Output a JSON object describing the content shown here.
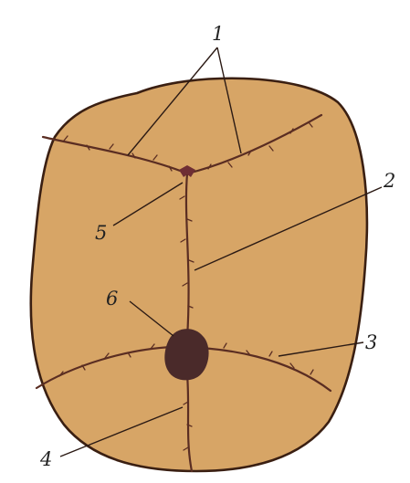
{
  "figure": {
    "labels": {
      "one": "1",
      "two": "2",
      "three": "3",
      "four": "4",
      "five": "5",
      "six": "6"
    },
    "colors": {
      "skull_fill": "#d7a566",
      "suture": "#5a2d22",
      "background": "#ffffff"
    }
  }
}
